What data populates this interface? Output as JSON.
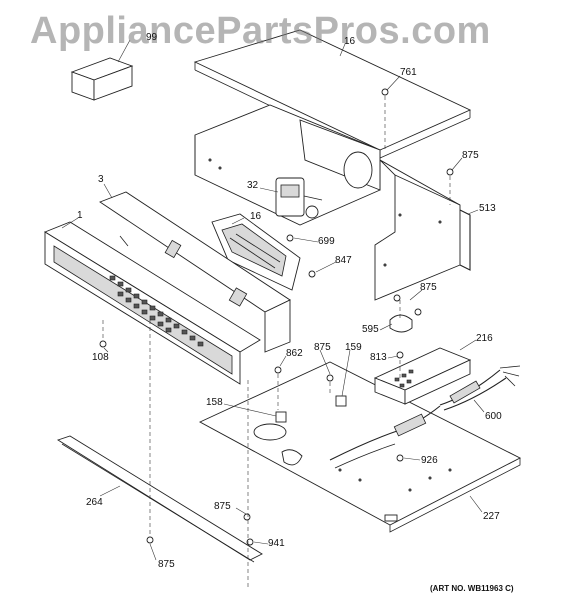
{
  "watermark": "AppliancePartsPros.com",
  "art_number": "(ART NO. WB11963 C)",
  "callouts": [
    {
      "id": "c-99",
      "label": "99"
    },
    {
      "id": "c-16-top",
      "label": "16"
    },
    {
      "id": "c-761",
      "label": "761"
    },
    {
      "id": "c-875-a",
      "label": "875"
    },
    {
      "id": "c-3",
      "label": "3"
    },
    {
      "id": "c-32",
      "label": "32"
    },
    {
      "id": "c-513",
      "label": "513"
    },
    {
      "id": "c-1",
      "label": "1"
    },
    {
      "id": "c-16",
      "label": "16"
    },
    {
      "id": "c-699",
      "label": "699"
    },
    {
      "id": "c-847",
      "label": "847"
    },
    {
      "id": "c-875-b",
      "label": "875"
    },
    {
      "id": "c-595",
      "label": "595"
    },
    {
      "id": "c-216",
      "label": "216"
    },
    {
      "id": "c-108",
      "label": "108"
    },
    {
      "id": "c-862",
      "label": "862"
    },
    {
      "id": "c-875-c",
      "label": "875"
    },
    {
      "id": "c-159",
      "label": "159"
    },
    {
      "id": "c-813",
      "label": "813"
    },
    {
      "id": "c-158",
      "label": "158"
    },
    {
      "id": "c-600",
      "label": "600"
    },
    {
      "id": "c-926",
      "label": "926"
    },
    {
      "id": "c-264",
      "label": "264"
    },
    {
      "id": "c-227",
      "label": "227"
    },
    {
      "id": "c-875-d",
      "label": "875"
    },
    {
      "id": "c-941",
      "label": "941"
    },
    {
      "id": "c-875-e",
      "label": "875"
    }
  ]
}
